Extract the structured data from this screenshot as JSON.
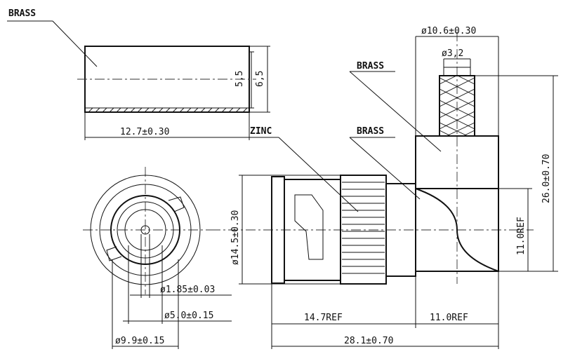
{
  "material_labels": {
    "brass_sleeve": "BRASS",
    "brass_pin": "BRASS",
    "brass_body": "BRASS",
    "zinc_bayonet": "ZINC"
  },
  "dimensions": {
    "sleeve_length": "12.7±0.30",
    "sleeve_inner": "5,5",
    "sleeve_outer": "6,5",
    "pin_diameter": "ø3,2",
    "body_width": "ø10.6±0.30",
    "overall_height": "26.0±0.70",
    "right_ref": "11.0REF",
    "bottom_ref_left": "14.7REF",
    "bottom_ref_right": "11.0REF",
    "overall_length": "28.1±0.70",
    "bayonet_diameter": "ø14.5±0.30",
    "contact_diameter": "ø1.85±0.03",
    "insulator_diameter": "ø5.0±0.15",
    "shell_diameter": "ø9.9±0.15"
  }
}
